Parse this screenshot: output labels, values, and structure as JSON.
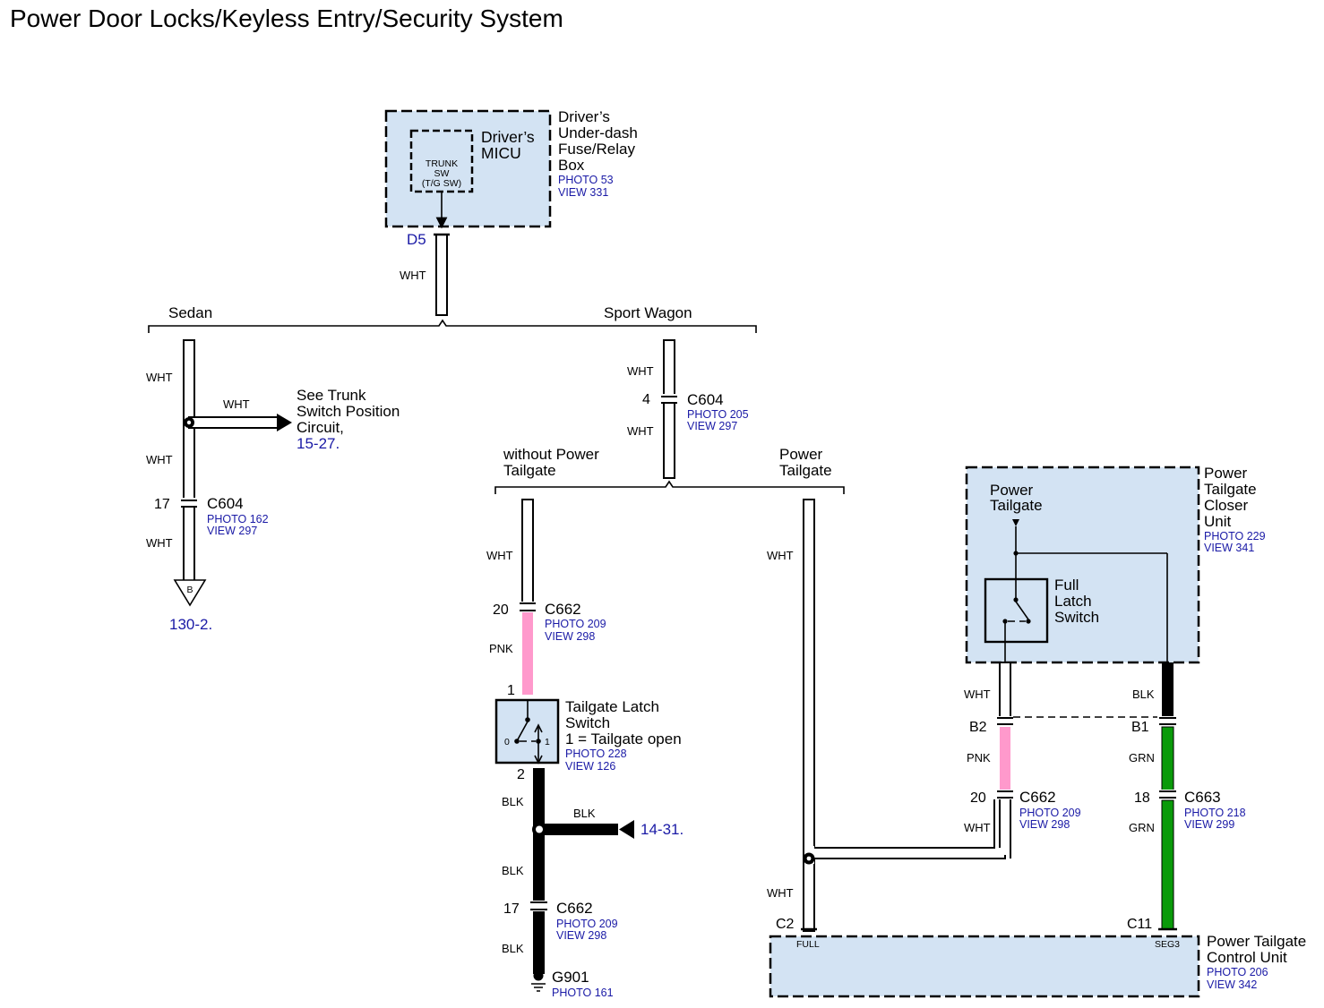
{
  "title": "Power Door Locks/Keyless Entry/Security System",
  "colors": {
    "wht": "#ffffff",
    "pnk": "#ff99cc",
    "blk": "#000000",
    "grn": "#0a9a0a",
    "box": "#d3e3f3",
    "link": "#1a1aa6"
  },
  "micu": {
    "box_name": [
      "Driver’s",
      "Under-dash",
      "Fuse/Relay",
      "Box"
    ],
    "photo": "PHOTO 53",
    "view": "VIEW 331",
    "unit": [
      "Driver’s",
      "MICU"
    ],
    "switch": [
      "TRUNK",
      "SW",
      "(T/G SW)"
    ],
    "pin": "D5"
  },
  "variants": {
    "sedan": "Sedan",
    "wagon": "Sport Wagon",
    "without_pt": [
      "without Power",
      "Tailgate"
    ],
    "with_pt": [
      "Power",
      "Tailgate"
    ]
  },
  "wires": {
    "wht": "WHT",
    "pnk": "PNK",
    "blk": "BLK",
    "grn": "GRN"
  },
  "sedan": {
    "trunk_ref": [
      "See Trunk",
      "Switch Position",
      "Circuit,"
    ],
    "trunk_link": "15-27.",
    "conn_pin": "17",
    "conn": "C604",
    "photo": "PHOTO 162",
    "view": "VIEW 297",
    "arrow_letter": "B",
    "arrow_link": "130-2."
  },
  "wagon_c604": {
    "pin": "4",
    "conn": "C604",
    "photo": "PHOTO 205",
    "view": "VIEW 297"
  },
  "no_pt": {
    "c662_top": {
      "pin": "20",
      "conn": "C662",
      "photo": "PHOTO 209",
      "view": "VIEW 298"
    },
    "latch": {
      "pin_top": "1",
      "pin_bottom": "2",
      "name": [
        "Tailgate Latch",
        "Switch",
        "1 = Tailgate open"
      ],
      "photo": "PHOTO 228",
      "view": "VIEW 126",
      "pos0": "0",
      "pos1": "1"
    },
    "blk_link": "14-31.",
    "c662_bot": {
      "pin": "17",
      "conn": "C662",
      "photo": "PHOTO 209",
      "view": "VIEW 298"
    },
    "ground": {
      "name": "G901",
      "photo": "PHOTO 161"
    }
  },
  "pt": {
    "closer": {
      "name": [
        "Power",
        "Tailgate",
        "Closer",
        "Unit"
      ],
      "photo": "PHOTO 229",
      "view": "VIEW 341",
      "inner": [
        "Power",
        "Tailgate"
      ],
      "latch": [
        "Full",
        "Latch",
        "Switch"
      ],
      "pin_b2": "B2",
      "pin_b1": "B1"
    },
    "c662": {
      "pin": "20",
      "conn": "C662",
      "photo": "PHOTO 209",
      "view": "VIEW 298"
    },
    "c663": {
      "pin": "18",
      "conn": "C663",
      "photo": "PHOTO 218",
      "view": "VIEW 299"
    },
    "control": {
      "name": [
        "Power Tailgate",
        "Control Unit"
      ],
      "photo": "PHOTO 206",
      "view": "VIEW 342",
      "pin_c2": "C2",
      "pin_c11": "C11",
      "term_full": "FULL",
      "term_seg": "SEG3"
    }
  }
}
